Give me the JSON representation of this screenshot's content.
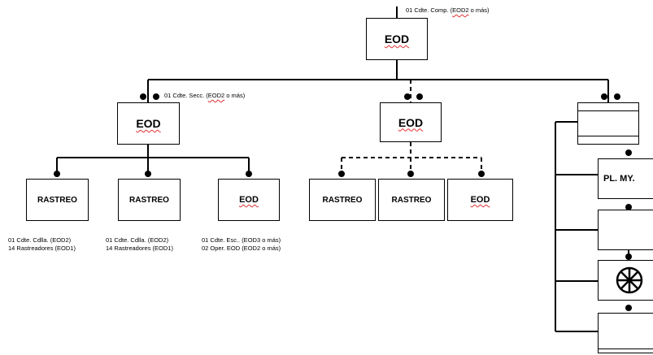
{
  "top": {
    "box": "EOD",
    "note_prefix": "01 Cdte. Comp. (",
    "note_eod": "EOD2",
    "note_suffix": " o más)"
  },
  "seccion_left": {
    "box": "EOD",
    "note_prefix": "01 Cdte. Secc. (",
    "note_eod": "EOD2",
    "note_suffix": " o más)"
  },
  "seccion_center": {
    "box": "EOD"
  },
  "left_children": [
    {
      "label": "RASTREO",
      "note1": "01 Cdte. Cdlla. (EOD2)",
      "note2": "14 Rastreadores (EOD1)"
    },
    {
      "label": "RASTREO",
      "note1": "01 Cdte. Cdlla. (EOD2)",
      "note2": "14 Rastreadores (EOD1)"
    },
    {
      "label": "EOD",
      "note1": "01 Cdte. Esc.. (EOD3 o más)",
      "note2": "02 Oper. EOD (EOD2 o más)"
    }
  ],
  "center_children": [
    {
      "label": "RASTREO"
    },
    {
      "label": "RASTREO"
    },
    {
      "label": "EOD"
    }
  ],
  "right_column": {
    "plmy": "PL. MY.",
    "wheel_icon": "ship-wheel-icon"
  },
  "colors": {
    "line": "#000000",
    "spellcheck": "#e03030"
  }
}
